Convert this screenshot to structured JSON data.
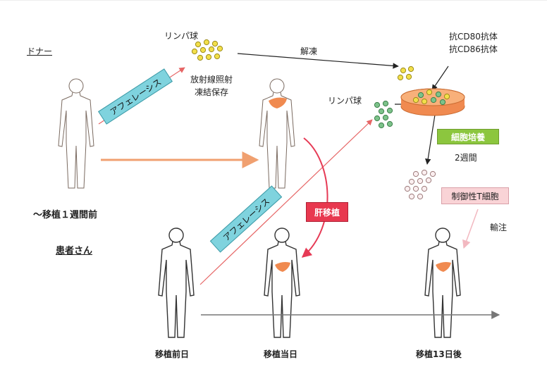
{
  "labels": {
    "donor": "ドナー",
    "lymphocytes_donor": "リンパ球",
    "irradiation_line1": "放射線照射",
    "irradiation_line2": "凍結保存",
    "thaw": "解凍",
    "antibody_line1": "抗CD80抗体",
    "antibody_line2": "抗CD86抗体",
    "lymphocytes_patient": "リンパ球",
    "culture": "細胞培養",
    "two_weeks": "2週間",
    "treg": "制御性T細胞",
    "infusion": "輸注",
    "liver_transplant": "肝移植",
    "apheresis_top": "アフェレーシス",
    "apheresis_bottom": "アフェレーシス",
    "one_week_before": "～移植１週間前",
    "patient": "患者さん",
    "day_before": "移植前日",
    "transplant_day": "移植当日",
    "day13_after": "移植13日後"
  },
  "colors": {
    "apheresis_box": "#7fd3de",
    "culture_box": "#8cc63e",
    "treg_box": "#f9d3d6",
    "liver_transplant_box": "#e8384f",
    "liver": "#f08a50",
    "body_outline": "#7a6a60",
    "donor_to_dish_arrow": "#e66565"
  }
}
